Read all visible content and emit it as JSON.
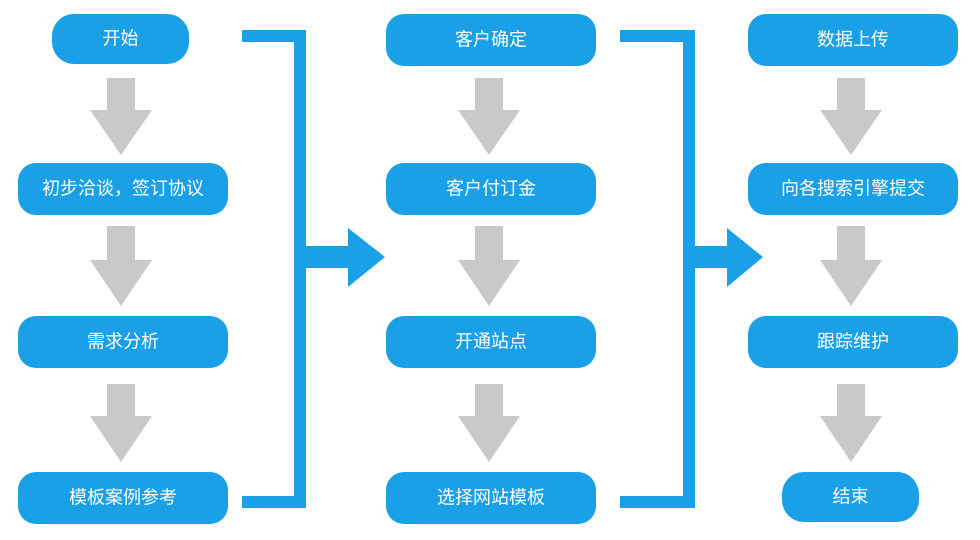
{
  "colors": {
    "node_fill": "#1aa0e6",
    "node_text": "#ffffff",
    "down_arrow": "#c9c9c9",
    "connector": "#1aa0e6"
  },
  "columns": [
    {
      "nodes": [
        {
          "label": "开始"
        },
        {
          "label": "初步洽谈，签订协议"
        },
        {
          "label": "需求分析"
        },
        {
          "label": "模板案例参考"
        }
      ]
    },
    {
      "nodes": [
        {
          "label": "客户确定"
        },
        {
          "label": "客户付订金"
        },
        {
          "label": "开通站点"
        },
        {
          "label": "选择网站模板"
        }
      ]
    },
    {
      "nodes": [
        {
          "label": "数据上传"
        },
        {
          "label": "向各搜索引擎提交"
        },
        {
          "label": "跟踪维护"
        },
        {
          "label": "结束"
        }
      ]
    }
  ]
}
